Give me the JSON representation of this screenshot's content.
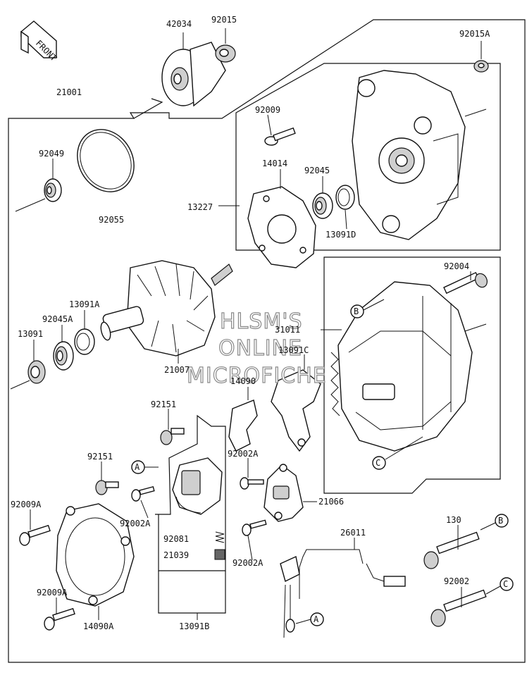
{
  "front_arrow": {
    "text": "FRONT"
  },
  "watermark": {
    "line1": "HLSM'S",
    "line2": "ONLINE",
    "line3": "MICROFICHE"
  },
  "callouts": {
    "a": "A",
    "b": "B",
    "c": "C"
  },
  "labels": {
    "p42034": "42034",
    "p92015": "92015",
    "p92015A": "92015A",
    "p21001": "21001",
    "p92009": "92009",
    "p92049": "92049",
    "p14014": "14014",
    "p92045": "92045",
    "p13227": "13227",
    "p92055": "92055",
    "p13091D": "13091D",
    "p92004": "92004",
    "p13091A": "13091A",
    "p92045A": "92045A",
    "p31011": "31011",
    "p13091": "13091",
    "p13091C": "13091C",
    "p21007": "21007",
    "p14090": "14090",
    "p92151_top": "92151",
    "p92151_mid": "92151",
    "p92002A_top": "92002A",
    "p92009A_top": "92009A",
    "p21066": "21066",
    "p92002A_left": "92002A",
    "p26011": "26011",
    "p130": "130",
    "p92081": "92081",
    "p92002A_bot": "92002A",
    "p21039": "21039",
    "p92002": "92002",
    "p92009A_bot": "92009A",
    "p13091B": "13091B",
    "p14090A": "14090A"
  }
}
